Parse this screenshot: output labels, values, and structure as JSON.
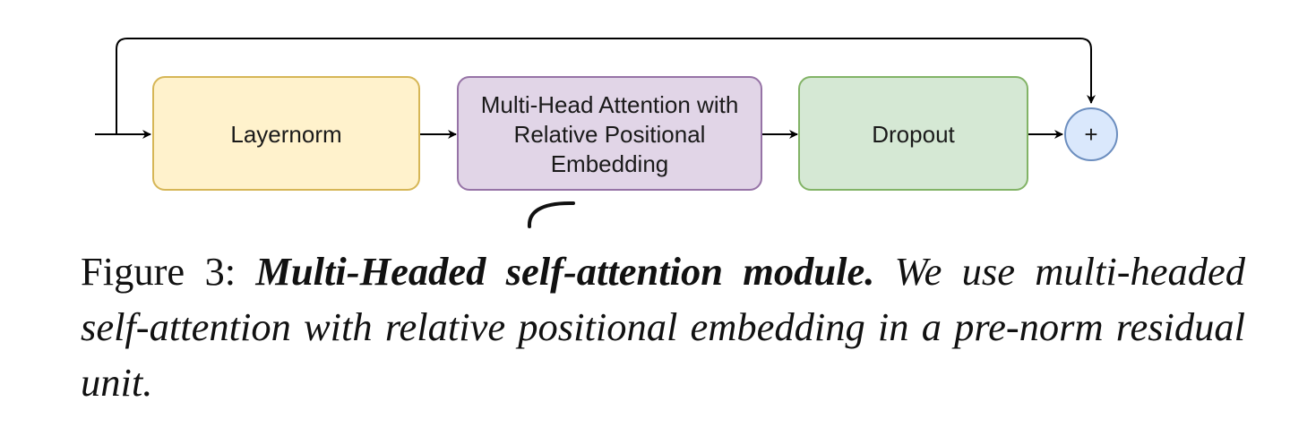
{
  "diagram": {
    "nodes": [
      {
        "id": "layernorm",
        "lines": [
          "Layernorm"
        ],
        "fill": "#fff2cc",
        "stroke": "#d6b656"
      },
      {
        "id": "mha",
        "lines": [
          "Multi-Head Attention with",
          "Relative Positional",
          "Embedding"
        ],
        "fill": "#e1d5e7",
        "stroke": "#9673a6"
      },
      {
        "id": "dropout",
        "lines": [
          "Dropout"
        ],
        "fill": "#d5e8d4",
        "stroke": "#82b366"
      }
    ],
    "add_op": {
      "symbol": "+",
      "fill": "#dae8fc",
      "stroke": "#6c8ebf"
    },
    "edge_color": "#000000"
  },
  "caption": {
    "prefix": "Figure 3: ",
    "title": "Multi-Headed self-attention module.",
    "body": " We use multi-headed self-attention with relative positional embedding in a pre-norm residual unit."
  }
}
